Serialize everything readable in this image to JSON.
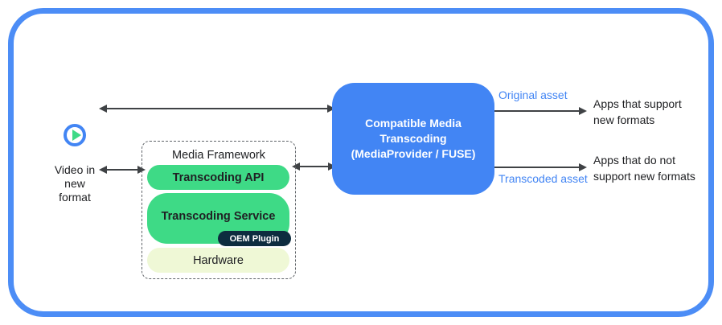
{
  "colors": {
    "frame_blue": "#4C8DF6",
    "box_blue": "#4285F4",
    "pill_green": "#3EDA86",
    "pill_light_green": "#EFF8D6",
    "badge_navy": "#0D2C3F",
    "arrow_gray": "#3F4245",
    "asset_label_blue": "#4285F4",
    "text_dark": "#202124"
  },
  "source": {
    "icon": "play-icon",
    "label": "Video in\nnew\nformat"
  },
  "media_framework": {
    "title": "Media Framework",
    "layers": [
      {
        "label": "Transcoding API"
      },
      {
        "label": "Transcoding Service",
        "badge": "OEM Plugin"
      },
      {
        "label": "Hardware"
      }
    ]
  },
  "transcoding_box": {
    "label": "Compatible Media\nTranscoding\n(MediaProvider / FUSE)"
  },
  "outputs": {
    "original_label": "Original asset",
    "transcoded_label": "Transcoded asset",
    "apps_support": "Apps that support\nnew formats",
    "apps_no_support": "Apps that do not\nsupport new formats"
  }
}
